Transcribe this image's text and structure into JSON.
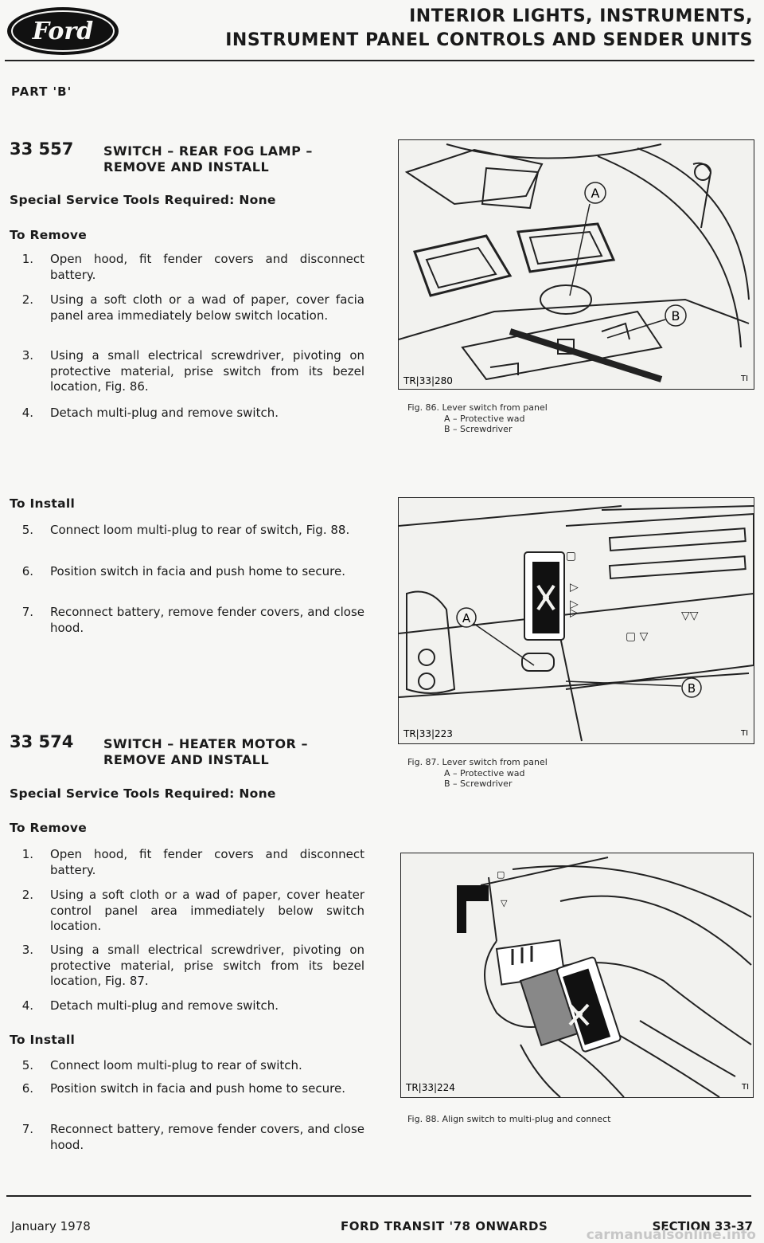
{
  "header": {
    "logo_text": "Ford",
    "title_line1": "INTERIOR LIGHTS, INSTRUMENTS,",
    "title_line2": "INSTRUMENT PANEL CONTROLS AND SENDER UNITS"
  },
  "part_label": "PART 'B'",
  "sections": [
    {
      "number": "33 557",
      "title_line1": "SWITCH – REAR FOG LAMP –",
      "title_line2": "REMOVE AND INSTALL",
      "tools": "Special Service Tools Required: None",
      "remove_heading": "To Remove",
      "remove_steps": [
        {
          "n": "1.",
          "text": "Open hood, fit fender covers and disconnect battery."
        },
        {
          "n": "2.",
          "text": "Using a soft cloth or a wad of paper, cover facia panel area immediately below switch location."
        },
        {
          "n": "3.",
          "text": "Using a small electrical screwdriver, pivoting on protective material, prise switch from its bezel location, Fig. 86."
        },
        {
          "n": "4.",
          "text": "Detach multi-plug and remove switch."
        }
      ],
      "install_heading": "To Install",
      "install_steps": [
        {
          "n": "5.",
          "text": "Connect loom multi-plug to rear of switch, Fig. 88."
        },
        {
          "n": "6.",
          "text": "Position switch in facia and push home to secure."
        },
        {
          "n": "7.",
          "text": "Reconnect battery, remove fender covers, and close hood."
        }
      ]
    },
    {
      "number": "33 574",
      "title_line1": "SWITCH – HEATER MOTOR –",
      "title_line2": "REMOVE AND INSTALL",
      "tools": "Special Service Tools Required: None",
      "remove_heading": "To Remove",
      "remove_steps": [
        {
          "n": "1.",
          "text": "Open hood, fit fender covers and disconnect battery."
        },
        {
          "n": "2.",
          "text": "Using a soft cloth or a wad of paper, cover heater control panel area immediately below switch location."
        },
        {
          "n": "3.",
          "text": "Using a small electrical screwdriver, pivoting on protective material, prise switch from its bezel location, Fig. 87."
        },
        {
          "n": "4.",
          "text": "Detach multi-plug and remove switch."
        }
      ],
      "install_heading": "To Install",
      "install_steps": [
        {
          "n": "5.",
          "text": "Connect loom multi-plug to rear of switch."
        },
        {
          "n": "6.",
          "text": "Position switch in facia and push home to secure."
        },
        {
          "n": "7.",
          "text": "Reconnect battery, remove fender covers, and close hood."
        }
      ]
    }
  ],
  "figures": [
    {
      "ref": "TR|33|280",
      "corner": "TI",
      "label_a": "A",
      "label_b": "B",
      "caption": "Fig. 86. Lever switch from panel",
      "caption_a": "A – Protective wad",
      "caption_b": "B – Screwdriver"
    },
    {
      "ref": "TR|33|223",
      "corner": "TI",
      "label_a": "A",
      "label_b": "B",
      "caption": "Fig. 87. Lever switch from panel",
      "caption_a": "A – Protective wad",
      "caption_b": "B – Screwdriver"
    },
    {
      "ref": "TR|33|224",
      "corner": "TI",
      "caption": "Fig. 88. Align switch to multi-plug and connect"
    }
  ],
  "footer": {
    "date": "January 1978",
    "book": "FORD TRANSIT '78 ONWARDS",
    "section": "SECTION 33-37",
    "watermark": "carmanualsonline.info"
  }
}
